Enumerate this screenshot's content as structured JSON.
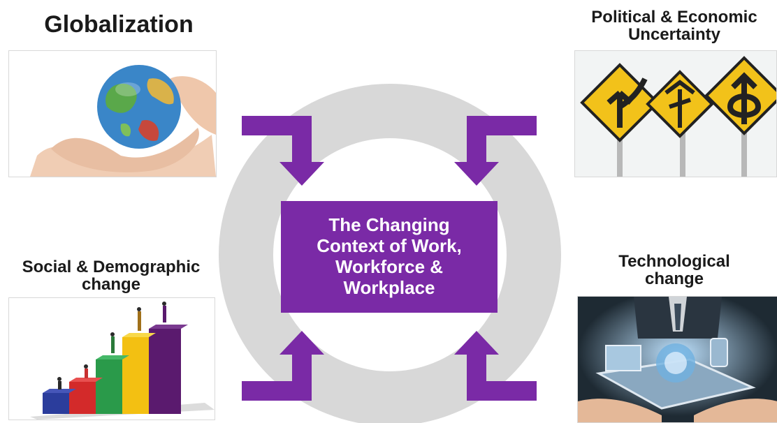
{
  "colors": {
    "accent_purple": "#7a2aa6",
    "ring_gray": "#d8d8d8"
  },
  "center": {
    "lines": [
      "The Changing",
      "Context of Work,",
      "Workforce &",
      "Workplace"
    ]
  },
  "quadrants": {
    "top_left": {
      "title_lines": [
        "Globalization"
      ],
      "image_icon": "hands-holding-globe-icon"
    },
    "top_right": {
      "title_lines": [
        "Political & Economic",
        "Uncertainty"
      ],
      "image_icon": "road-signs-arrows-icon"
    },
    "bottom_left": {
      "title_lines": [
        "Social & Demographic",
        "change"
      ],
      "image_icon": "growth-bar-figures-icon"
    },
    "bottom_right": {
      "title_lines": [
        "Technological",
        "change"
      ],
      "image_icon": "hands-tablet-tech-icon"
    }
  },
  "arrows": [
    "arrow-top-left",
    "arrow-top-right",
    "arrow-bottom-left",
    "arrow-bottom-right"
  ]
}
